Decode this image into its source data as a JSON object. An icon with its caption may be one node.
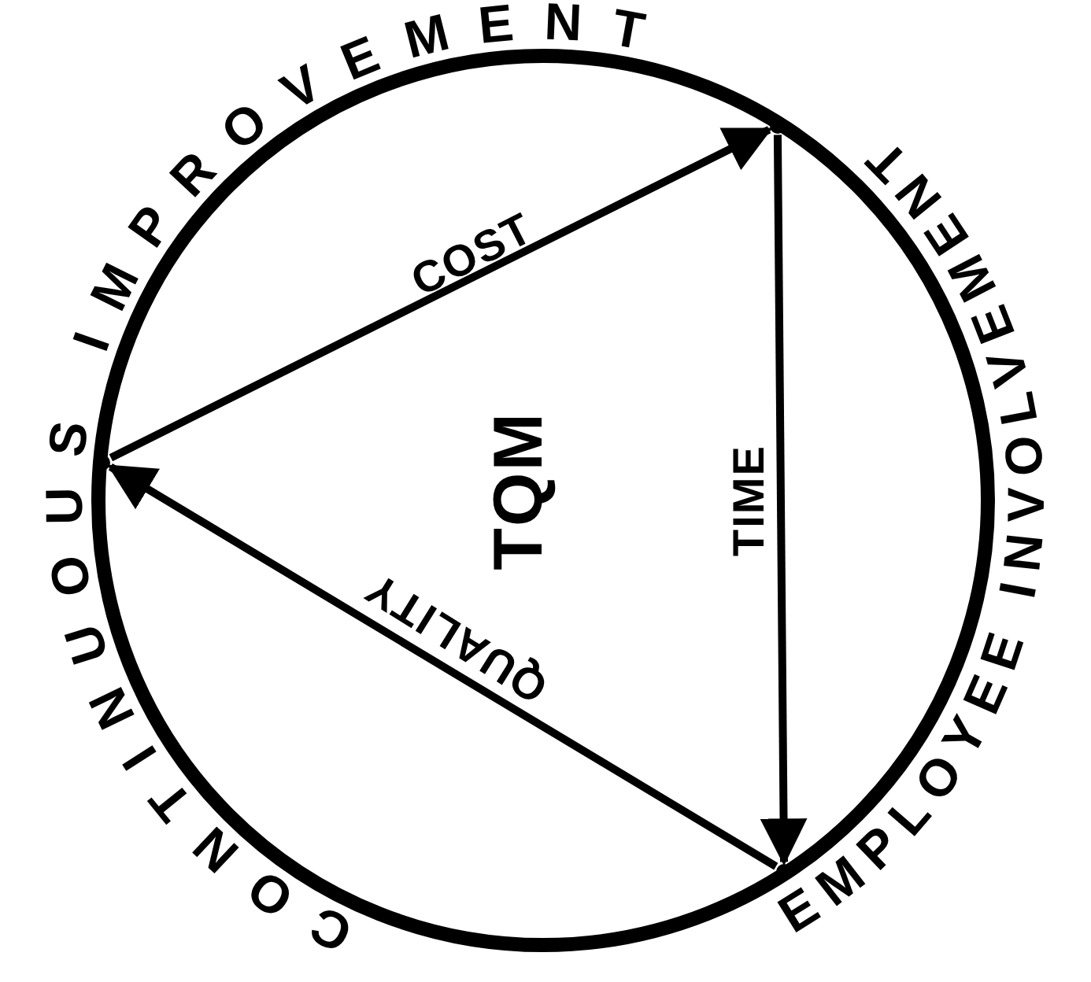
{
  "diagram": {
    "nodes": [
      {
        "text": [],
        "shape": "point"
      },
      {
        "text": [],
        "shape": "point"
      },
      {
        "text": [],
        "shape": "point"
      }
    ],
    "edges": [
      {
        "from": 0,
        "to": 1,
        "arrow": "to",
        "label": "COST"
      },
      {
        "from": 1,
        "to": 2,
        "arrow": "to",
        "label": "TIME"
      },
      {
        "from": 2,
        "to": 0,
        "arrow": "to",
        "label": "QUALITY"
      }
    ],
    "labels": [
      "CONTINUOUS IMPROVEMENT",
      "EMPLOYEE INVOLVEMENT",
      "TQM"
    ]
  }
}
